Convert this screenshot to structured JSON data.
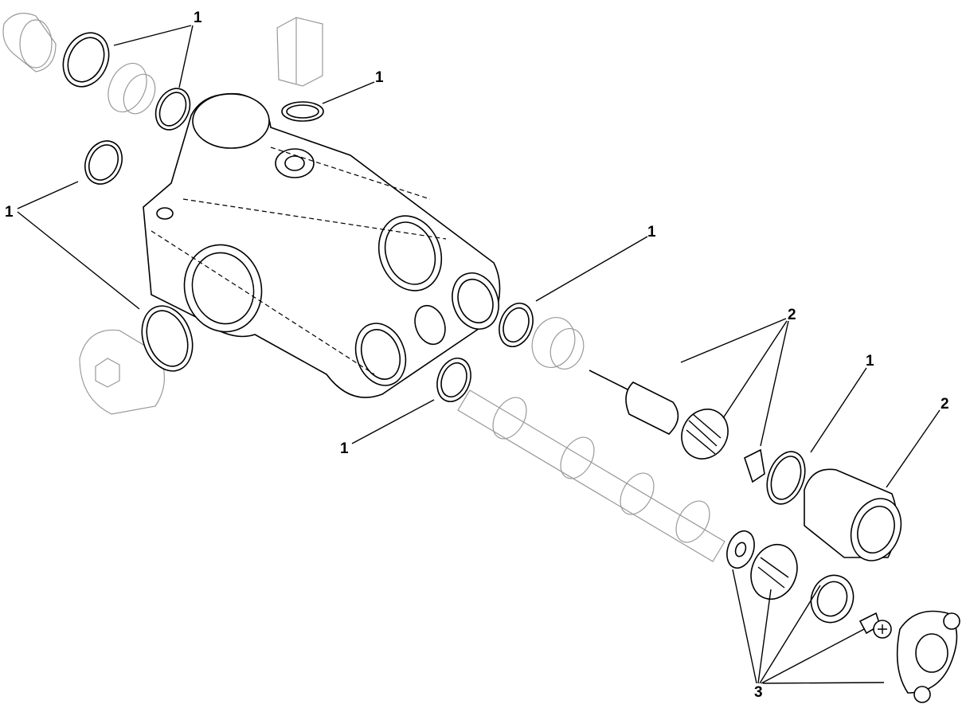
{
  "diagram": {
    "type": "exploded parts view",
    "callouts": [
      {
        "label": "1"
      },
      {
        "label": "1"
      },
      {
        "label": "1"
      },
      {
        "label": "1"
      },
      {
        "label": "1"
      },
      {
        "label": "1"
      },
      {
        "label": "2"
      },
      {
        "label": "2"
      },
      {
        "label": "3"
      }
    ]
  }
}
